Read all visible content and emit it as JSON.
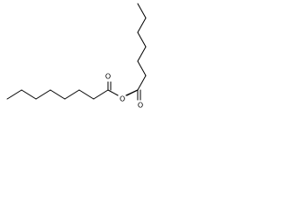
{
  "molecule": {
    "name": "",
    "atoms": {
      "ester_oxygen": "O",
      "left_carbonyl_oxygen": "O",
      "right_carbonyl_oxygen": "O"
    }
  }
}
